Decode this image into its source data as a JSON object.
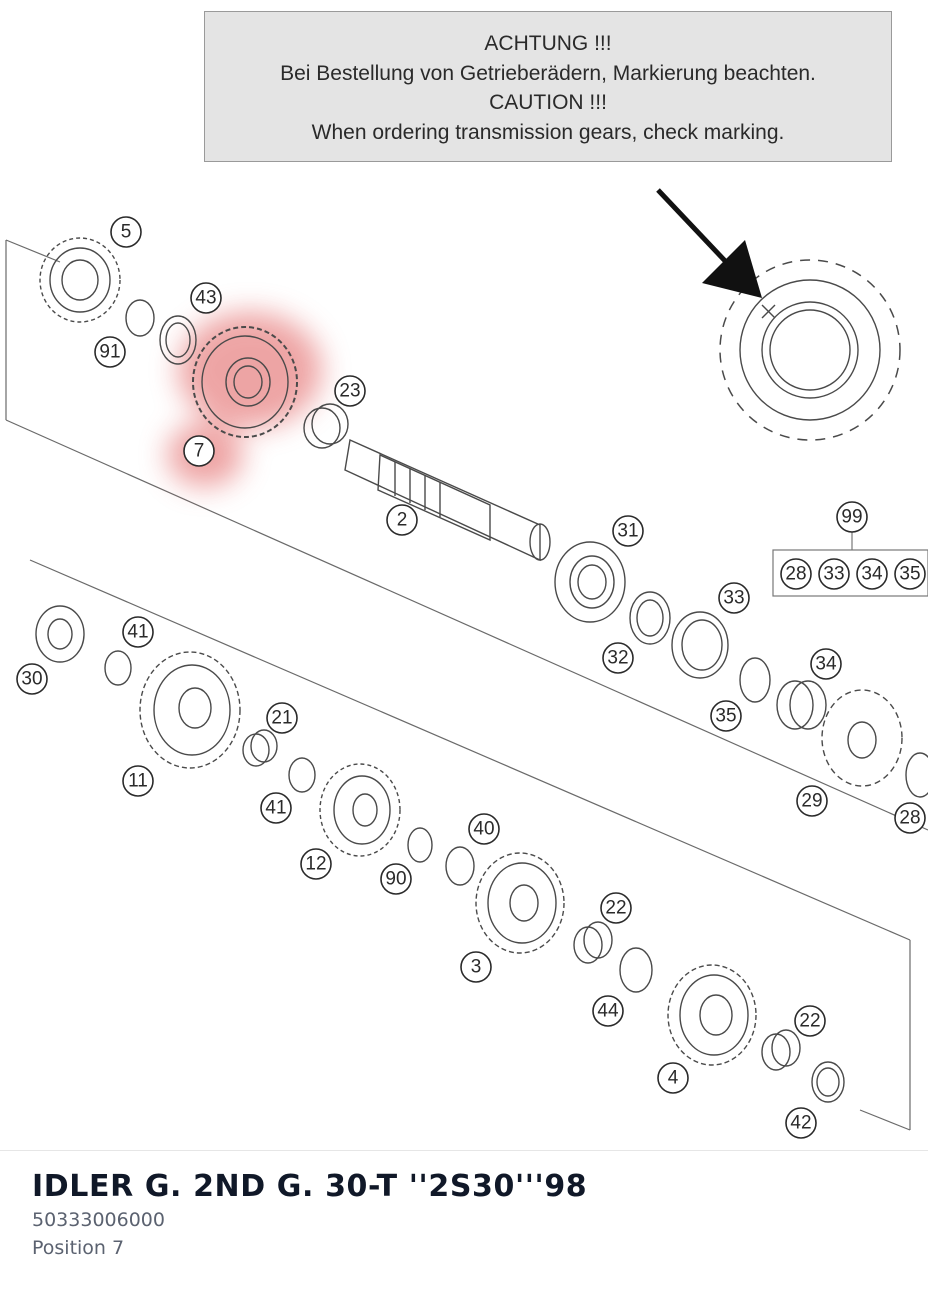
{
  "caution": {
    "line1": "ACHTUNG !!!",
    "line2": "Bei Bestellung von Getrieberädern, Markierung beachten.",
    "line3": "CAUTION !!!",
    "line4": "When ordering transmission gears, check marking."
  },
  "callouts": {
    "c5": "5",
    "c43": "43",
    "c91": "91",
    "c7": "7",
    "c23": "23",
    "c2": "2",
    "c31": "31",
    "c99": "99",
    "c28a": "28",
    "c33a": "33",
    "c34a": "34",
    "c35a": "35",
    "c33": "33",
    "c32": "32",
    "c34": "34",
    "c35": "35",
    "c29": "29",
    "c28": "28",
    "c30": "30",
    "c41a": "41",
    "c11": "11",
    "c21": "21",
    "c41b": "41",
    "c12": "12",
    "c40": "40",
    "c90": "90",
    "c3": "3",
    "c22a": "22",
    "c44": "44",
    "c4": "4",
    "c22b": "22",
    "c42": "42"
  },
  "highlight_color": "#e05a5a",
  "part": {
    "name": "IDLER G. 2ND G. 30-T ''2S30'''98",
    "number": "50333006000",
    "position": "Position 7"
  }
}
